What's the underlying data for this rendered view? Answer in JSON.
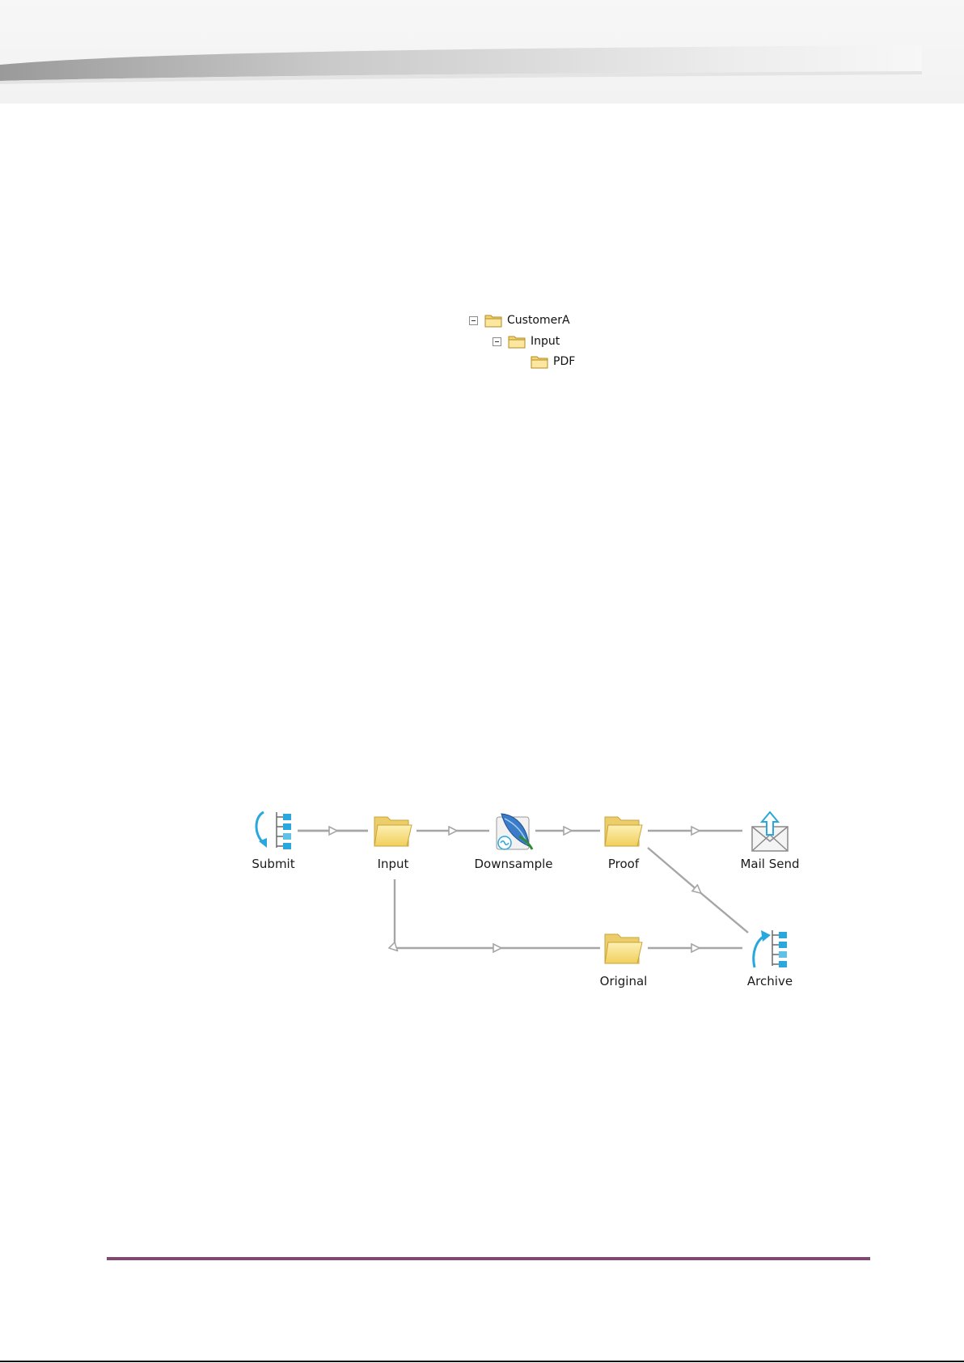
{
  "folder_tree": [
    {
      "label": "CustomerA",
      "expanded": true,
      "level": 0
    },
    {
      "label": "Input",
      "expanded": true,
      "level": 1
    },
    {
      "label": "PDF",
      "expanded": false,
      "level": 2
    }
  ],
  "workflow": {
    "nodes": [
      {
        "id": "submit",
        "label": "Submit",
        "icon": "submit-hierarchy-icon"
      },
      {
        "id": "input",
        "label": "Input",
        "icon": "folder-icon"
      },
      {
        "id": "downsample",
        "label": "Downsample",
        "icon": "feather-pen-icon"
      },
      {
        "id": "proof",
        "label": "Proof",
        "icon": "folder-icon"
      },
      {
        "id": "mail-send",
        "label": "Mail Send",
        "icon": "mail-send-icon"
      },
      {
        "id": "original",
        "label": "Original",
        "icon": "folder-icon"
      },
      {
        "id": "archive",
        "label": "Archive",
        "icon": "archive-hierarchy-icon"
      }
    ],
    "connections": [
      [
        "submit",
        "input"
      ],
      [
        "input",
        "downsample"
      ],
      [
        "downsample",
        "proof"
      ],
      [
        "proof",
        "mail-send"
      ],
      [
        "proof",
        "archive"
      ],
      [
        "input",
        "original"
      ],
      [
        "original",
        "archive"
      ]
    ]
  },
  "colors": {
    "footer_rule": "#7e4a6e",
    "connector": "#a6a6a6",
    "folder_fill": "#f7df84",
    "hierarchy_blue": "#2aa7dc"
  }
}
